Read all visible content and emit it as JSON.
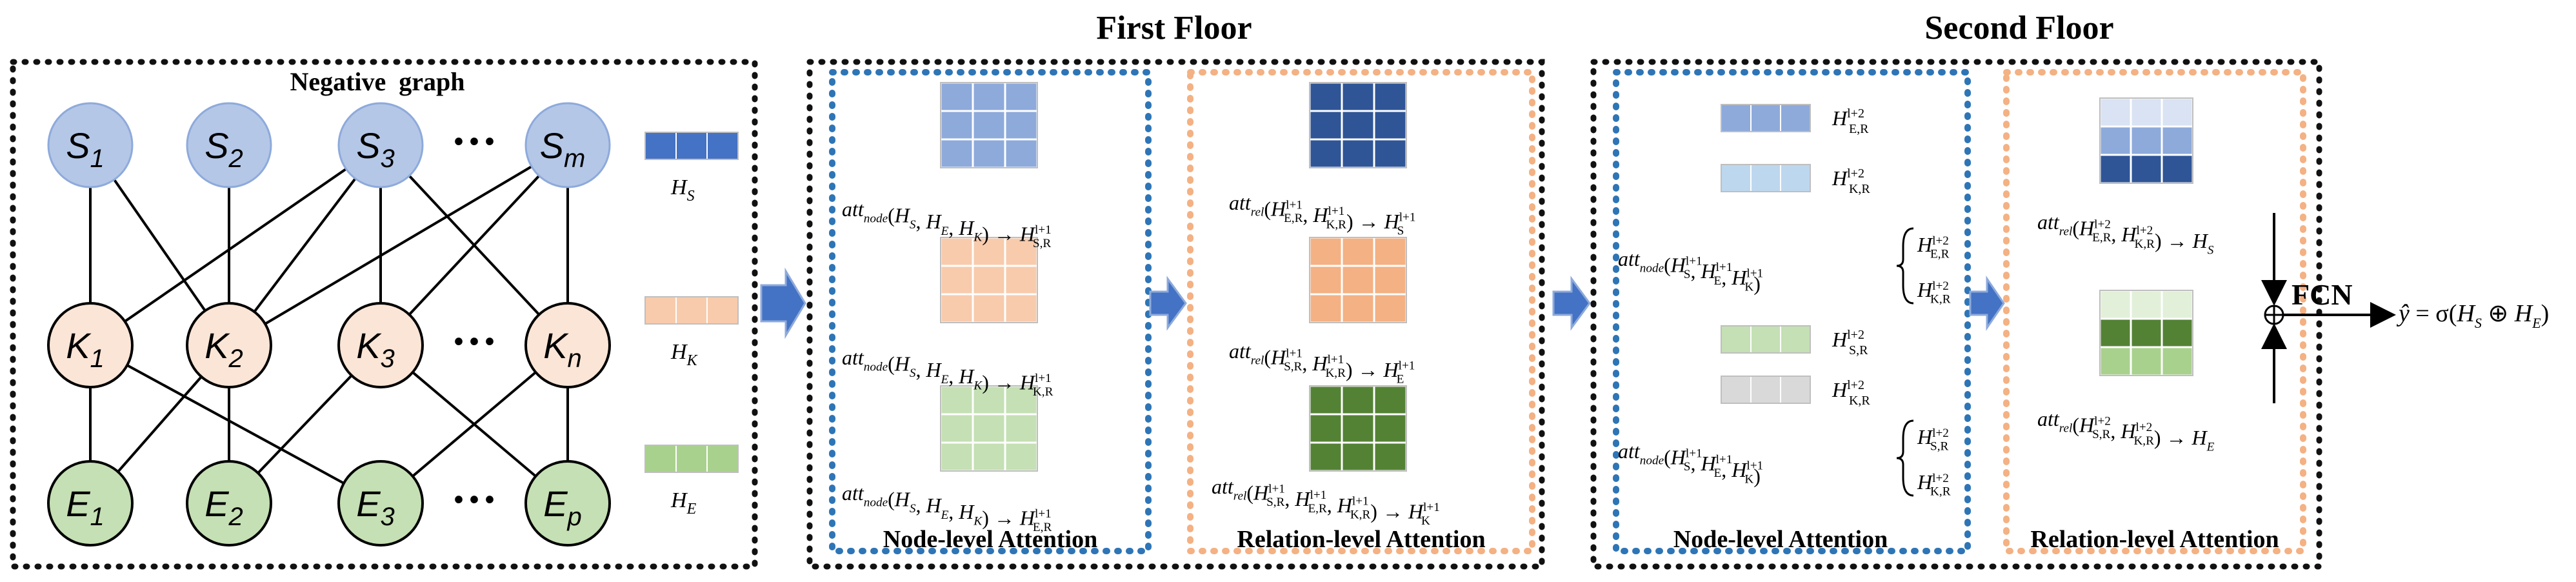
{
  "headers": {
    "first_floor": "First Floor",
    "second_floor": "Second Floor"
  },
  "graph": {
    "title": "Negative  graph",
    "s_nodes": [
      {
        "base": "S",
        "sub": "1"
      },
      {
        "base": "S",
        "sub": "2"
      },
      {
        "base": "S",
        "sub": "3"
      },
      {
        "base": "S",
        "sub": "m"
      }
    ],
    "k_nodes": [
      {
        "base": "K",
        "sub": "1"
      },
      {
        "base": "K",
        "sub": "2"
      },
      {
        "base": "K",
        "sub": "3"
      },
      {
        "base": "K",
        "sub": "n"
      }
    ],
    "e_nodes": [
      {
        "base": "E",
        "sub": "1"
      },
      {
        "base": "E",
        "sub": "2"
      },
      {
        "base": "E",
        "sub": "3"
      },
      {
        "base": "E",
        "sub": "p"
      }
    ],
    "ellipsis": "···",
    "features": [
      {
        "label": "H",
        "sub": "S",
        "color": "#4472c4"
      },
      {
        "label": "H",
        "sub": "K",
        "color": "#f8cbad"
      },
      {
        "label": "H",
        "sub": "E",
        "color": "#a9d18e"
      }
    ],
    "edges_sk": [
      [
        0,
        0
      ],
      [
        0,
        1
      ],
      [
        1,
        1
      ],
      [
        2,
        0
      ],
      [
        2,
        1
      ],
      [
        2,
        2
      ],
      [
        2,
        3
      ],
      [
        3,
        1
      ],
      [
        3,
        2
      ],
      [
        3,
        3
      ]
    ],
    "edges_ke": [
      [
        0,
        0
      ],
      [
        0,
        2
      ],
      [
        1,
        0
      ],
      [
        1,
        1
      ],
      [
        2,
        1
      ],
      [
        2,
        3
      ],
      [
        3,
        2
      ],
      [
        3,
        3
      ]
    ]
  },
  "first_floor": {
    "node_level": {
      "label": "Node-level Attention",
      "matrix_colors": [
        "#8eaadb",
        "#f8cbad",
        "#c5e0b4"
      ],
      "formulas": [
        {
          "fn": "att",
          "fn_sub": "node",
          "args": "(H_S, H_E, H_K)",
          "out": "H",
          "out_sub": "S,R",
          "out_sup": "l+1"
        },
        {
          "fn": "att",
          "fn_sub": "node",
          "args": "(H_S, H_E, H_K)",
          "out": "H",
          "out_sub": "K,R",
          "out_sup": "l+1"
        },
        {
          "fn": "att",
          "fn_sub": "node",
          "args": "(H_S, H_E, H_K)",
          "out": "H",
          "out_sub": "E,R",
          "out_sup": "l+1"
        }
      ]
    },
    "relation_level": {
      "label": "Relation-level Attention",
      "matrix_colors": [
        "#2f5597",
        "#f4b183",
        "#548235"
      ],
      "formulas": [
        {
          "fn": "att",
          "fn_sub": "rel",
          "args": "(H^{l+1}_{E,R}, H^{l+1}_{K,R})",
          "out": "H",
          "out_sub": "S",
          "out_sup": "l+1"
        },
        {
          "fn": "att",
          "fn_sub": "rel",
          "args": "(H^{l+1}_{S,R}, H^{l+1}_{K,R})",
          "out": "H",
          "out_sub": "E",
          "out_sup": "l+1"
        },
        {
          "fn": "att",
          "fn_sub": "rel",
          "args": "(H^{l+1}_{S,R}, H^{l+1}_{E,R}, H^{l+1}_{K,R})",
          "out": "H",
          "out_sub": "K",
          "out_sup": "l+1"
        }
      ]
    }
  },
  "second_floor": {
    "node_level": {
      "label": "Node-level Attention",
      "bars": [
        {
          "color": "#8eaadb",
          "label": "H",
          "sub": "E,R",
          "sup": "l+2"
        },
        {
          "color": "#bdd7ee",
          "label": "H",
          "sub": "K,R",
          "sup": "l+2"
        },
        {
          "color": "#c5e0b4",
          "label": "H",
          "sub": "S,R",
          "sup": "l+2"
        },
        {
          "color": "#d9d9d9",
          "label": "H",
          "sub": "K,R",
          "sup": "l+2"
        }
      ],
      "formulas": [
        {
          "fn": "att",
          "fn_sub": "node",
          "args": "(H^{l+1}_S, H^{l+1}_E, H^{l+1}_K)",
          "brace_top": "H^{l+2}_{E,R}",
          "brace_bottom": "H^{l+2}_{K,R}"
        },
        {
          "fn": "att",
          "fn_sub": "node",
          "args": "(H^{l+1}_S, H^{l+1}_E, H^{l+1}_K)",
          "brace_top": "H^{l+2}_{S,R}",
          "brace_bottom": "H^{l+2}_{K,R}"
        }
      ]
    },
    "relation_level": {
      "label": "Relation-level Attention",
      "stack_top_colors": [
        "#dae3f3",
        "#8eaadb",
        "#2f5597"
      ],
      "stack_bottom_colors": [
        "#e2f0d9",
        "#548235",
        "#a9d18e"
      ],
      "formulas": [
        {
          "fn": "att",
          "fn_sub": "rel",
          "args": "(H^{l+2}_{E,R}, H^{l+2}_{K,R})",
          "out": "H",
          "out_sub": "S"
        },
        {
          "fn": "att",
          "fn_sub": "rel",
          "args": "(H^{l+2}_{S,R}, H^{l+2}_{K,R})",
          "out": "H",
          "out_sub": "E"
        }
      ]
    }
  },
  "output": {
    "fcn": "FCN",
    "oplus": "⊕",
    "result": "ŷ = σ(H_S ⊕ H_E)"
  }
}
